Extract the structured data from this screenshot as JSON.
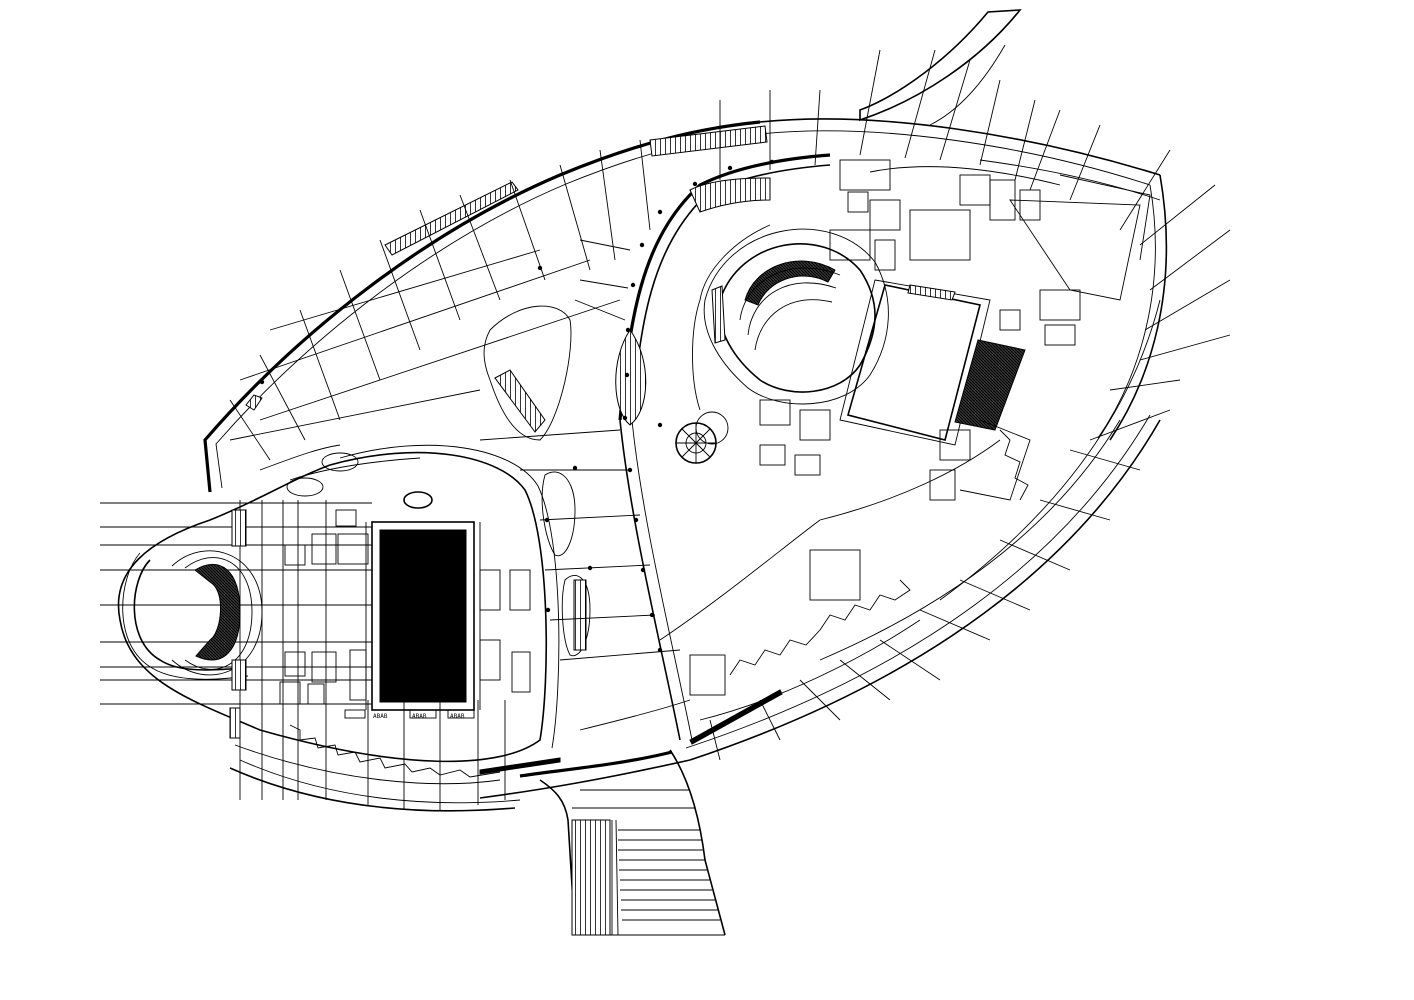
{
  "drawing": {
    "type": "architectural floor plan",
    "colors": {
      "line": "#000000",
      "background": "#ffffff",
      "fill": "#000000"
    },
    "stair_labels": [
      "ABAB",
      "ABAB",
      "ABAB"
    ]
  }
}
